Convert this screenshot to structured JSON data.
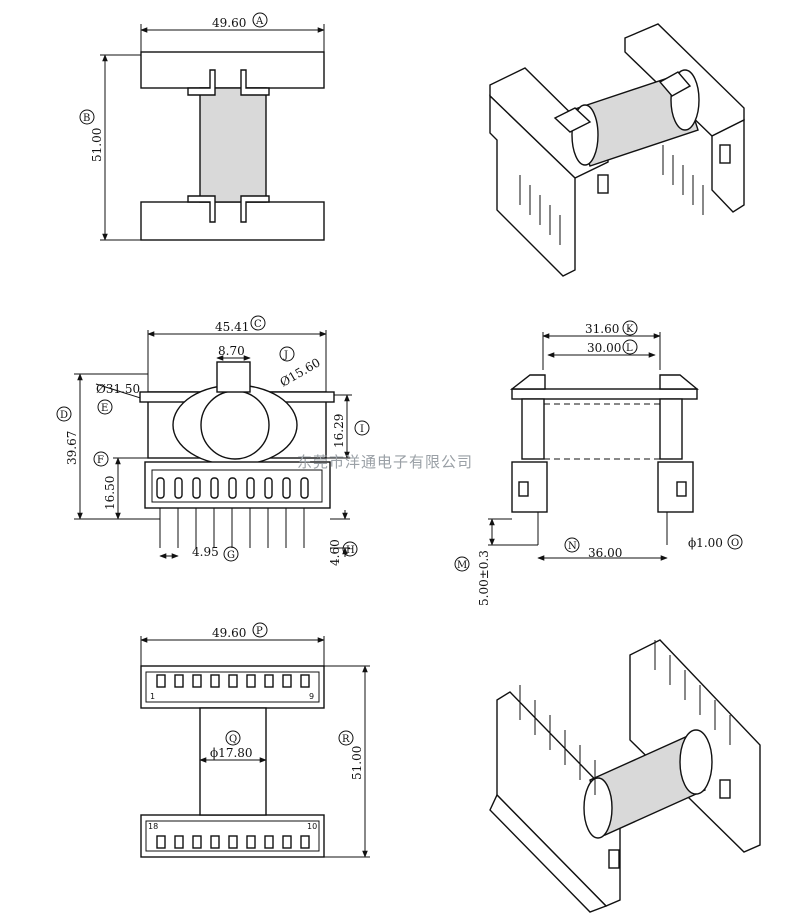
{
  "drawing": {
    "top_view": {
      "width_value": "49.60",
      "width_label": "A",
      "height_value": "51.00",
      "height_label": "B"
    },
    "front_view": {
      "width_value": "45.41",
      "width_label": "C",
      "slot_value": "8.70",
      "bore_value": "Ø15.60",
      "bore_label": "J",
      "flange_dia_value": "Ø31.50",
      "flange_dia_label": "E",
      "total_height_value": "39.67",
      "total_height_label": "D",
      "base_height_value": "16.50",
      "base_height_label": "F",
      "center_height_value": "16.29",
      "center_height_label": "I",
      "pin_pitch_value": "4.95",
      "pin_pitch_label": "G",
      "pin_length_value": "4.60",
      "pin_length_label": "H"
    },
    "side_view": {
      "outer_width_value": "31.60",
      "outer_width_label": "K",
      "inner_width_value": "30.00",
      "inner_width_label": "L",
      "pin_span_value": "36.00",
      "pin_span_label": "N",
      "pin_dia_value": "ϕ1.00",
      "pin_dia_label": "O",
      "standoff_value": "5.00±0.3",
      "standoff_label": "M"
    },
    "bottom_view": {
      "width_value": "49.60",
      "width_label": "P",
      "core_value": "ϕ17.80",
      "core_label": "Q",
      "height_value": "51.00",
      "height_label": "R",
      "pin_1": "1",
      "pin_9": "9",
      "pin_18": "18",
      "pin_10": "10"
    },
    "watermark": "东莞市洋通电子有限公司"
  }
}
